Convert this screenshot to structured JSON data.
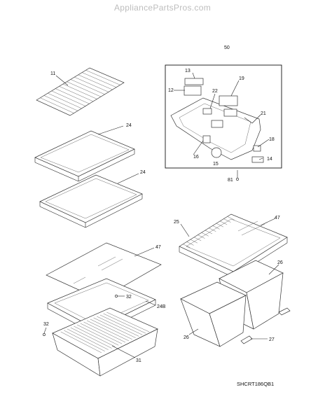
{
  "header": {
    "site_name": "AppliancePartsPros.com"
  },
  "diagram": {
    "code": "SHCRT186QB1",
    "callouts": [
      "50",
      "11",
      "13",
      "19",
      "12",
      "22",
      "21",
      "24",
      "18",
      "16",
      "15",
      "14",
      "24",
      "81",
      "25",
      "47",
      "47",
      "26",
      "32",
      "24B",
      "32",
      "26",
      "27",
      "31"
    ]
  }
}
